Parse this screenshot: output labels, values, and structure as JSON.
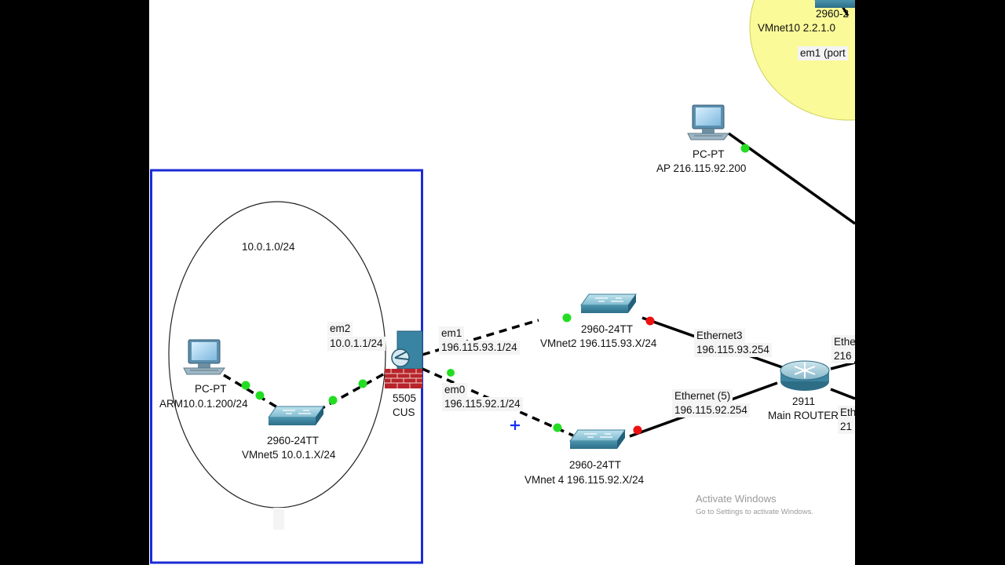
{
  "window": {
    "letterbox_color": "#000000",
    "canvas_color": "#ffffff"
  },
  "colors": {
    "link": "#000000",
    "link_up": "#22dd22",
    "link_down": "#ee1111",
    "selection_box": "#1a2bd6",
    "cloud_fill": "#fafa99",
    "label_bg": "#f4f4f4"
  },
  "icons": {
    "pc": "pc-icon",
    "switch": "switch-icon",
    "firewall": "firewall-icon",
    "router": "router-icon",
    "cursor": "crosshair-cursor-icon"
  },
  "devices": {
    "pc_arm": {
      "model": "PC-PT",
      "name": "ARM10.0.1.200/24"
    },
    "switch_vmnet5": {
      "model": "2960-24TT",
      "name": "VMnet5 10.0.1.X/24"
    },
    "firewall": {
      "model": "5505",
      "name": "CUS"
    },
    "switch_vmnet2": {
      "model": "2960-24TT",
      "name": "VMnet2  196.115.93.X/24"
    },
    "switch_vmnet4": {
      "model": "2960-24TT",
      "name": "VMnet 4   196.115.92.X/24"
    },
    "router": {
      "model": "2911",
      "name": "Main ROUTER"
    },
    "pc_ap": {
      "model": "PC-PT",
      "name": "AP 216.115.92.200"
    },
    "switch_vmnet10": {
      "model": "2960-2",
      "name": "VMnet10  2.2.1.0"
    }
  },
  "interfaces": {
    "em2": {
      "name": "em2",
      "ip": "10.0.1.1/24"
    },
    "em1": {
      "name": "em1",
      "ip": "196.115.93.1/24"
    },
    "em0": {
      "name": "em0",
      "ip": "196.115.92.1/24"
    },
    "eth3": {
      "name": "Ethernet3",
      "ip": "196.115.93.254"
    },
    "eth5": {
      "name": "Ethernet (5)",
      "ip": "196.115.92.254"
    },
    "eth_right_top": {
      "name": "Ethe",
      "ip": "216"
    },
    "eth_right_bottom": {
      "name": "Eth",
      "ip": "21"
    },
    "em1_port": {
      "label": "em1 (port"
    }
  },
  "networks": {
    "internal": "10.0.1.0/24"
  },
  "watermark": {
    "title": "Activate Windows",
    "subtitle": "Go to Settings to activate Windows."
  }
}
